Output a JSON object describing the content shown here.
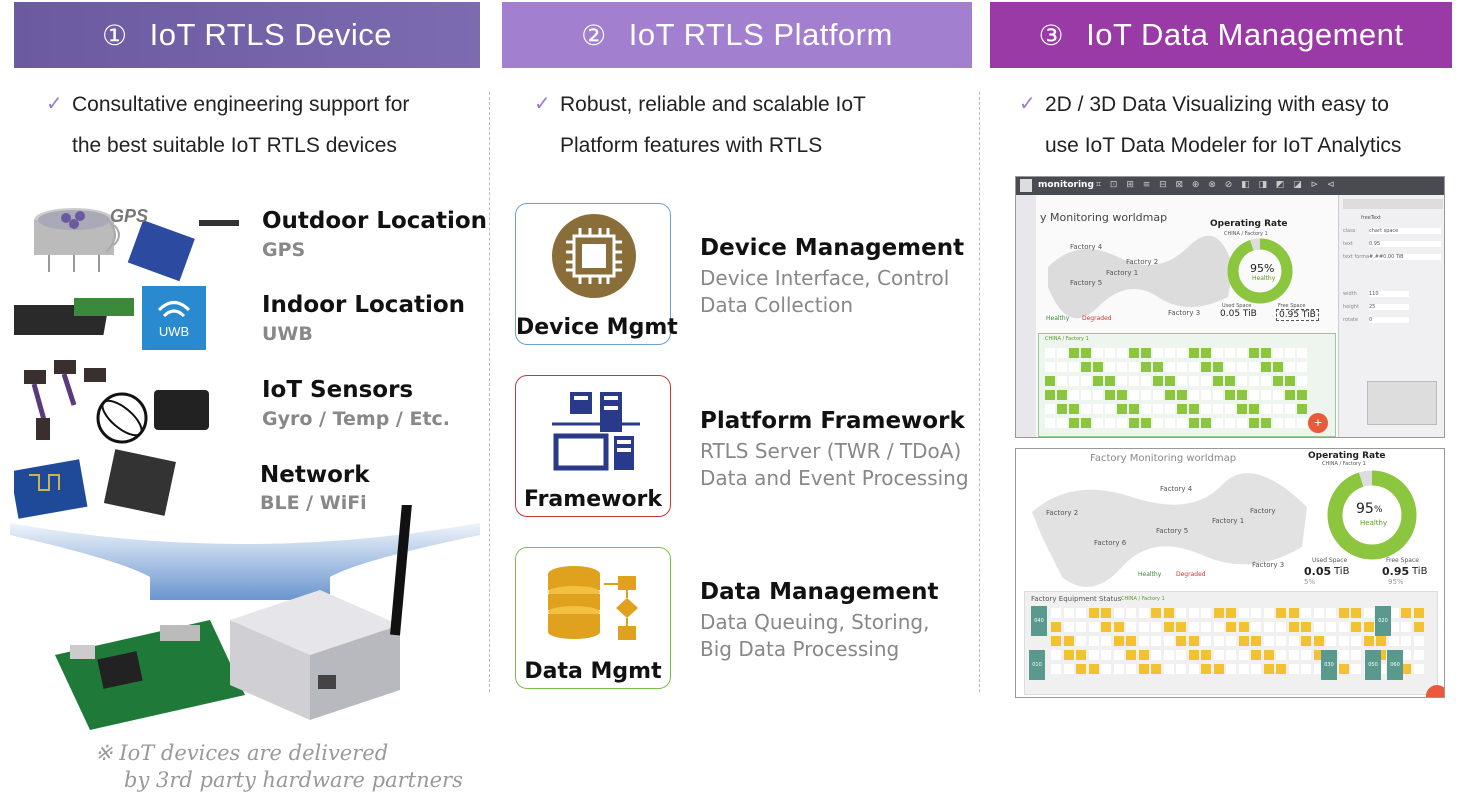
{
  "columns": [
    {
      "number": "①",
      "title": "IoT RTLS Device"
    },
    {
      "number": "②",
      "title": "IoT RTLS Platform"
    },
    {
      "number": "③",
      "title": "IoT Data Management"
    }
  ],
  "bullets": [
    {
      "lines": [
        "Consultative engineering support for",
        "the best suitable IoT RTLS devices"
      ]
    },
    {
      "lines": [
        "Robust, reliable and scalable IoT",
        "Platform features with RTLS"
      ]
    },
    {
      "lines": [
        "2D / 3D Data Visualizing with easy to",
        "use IoT Data Modeler for IoT Analytics"
      ]
    }
  ],
  "devices": [
    {
      "title": "Outdoor Location",
      "sub": "GPS",
      "image_text": "GPS"
    },
    {
      "title": "Indoor Location",
      "sub": "UWB",
      "image_text": "UWB"
    },
    {
      "title": "IoT Sensors",
      "sub": "Gyro / Temp / Etc."
    },
    {
      "title": "Network",
      "sub": "BLE / WiFi"
    }
  ],
  "device_note": [
    "※ IoT devices are delivered",
    "by 3rd party hardware partners"
  ],
  "platform": [
    {
      "box_label": "Device Mgmt",
      "title": "Device Management",
      "lines": [
        "Device Interface, Control",
        "Data Collection"
      ],
      "border": "#6aa0d8"
    },
    {
      "box_label": "Framework",
      "title": "Platform Framework",
      "lines": [
        "RTLS Server (TWR / TDoA)",
        "Data and Event Processing"
      ],
      "border": "#c23a3a"
    },
    {
      "box_label": "Data Mgmt",
      "title": "Data Management",
      "lines": [
        "Data Queuing, Storing,",
        "Big Data Processing"
      ],
      "border": "#7cc04a"
    }
  ],
  "screen1": {
    "toolbar_title": "monitoring",
    "map_title": "y Monitoring worldmap",
    "rate_title": "Operating Rate",
    "rate_sub": "CHINA / Factory 1",
    "rate_value": "95%",
    "rate_label": "Healthy",
    "used_label": "Used Space",
    "used_value": "0.05 TiB",
    "free_label": "Free Space",
    "free_value": "0.95 TiB",
    "factories": [
      "Factory 4",
      "Factory 2",
      "Factory 1",
      "Factory 5",
      "Factory 3"
    ],
    "legend": [
      "Healthy",
      "Degraded"
    ],
    "panel_rows": [
      "freeText",
      "chart space",
      "0.95",
      "#,##0.00 TiB",
      "110",
      "25",
      "0"
    ],
    "panel_labels": [
      "class",
      "text",
      "text format",
      "width",
      "height",
      "rotate"
    ],
    "add_button": "+",
    "row_label": "CHINA / Factory 1"
  },
  "screen2": {
    "map_title": "Factory Monitoring worldmap",
    "rate_title": "Operating Rate",
    "rate_sub": "CHINA / Factory 1",
    "rate_value": "95",
    "rate_unit": "%",
    "rate_label": "Healthy",
    "used_label": "Used Space",
    "used_value": "0.05",
    "used_unit": "TiB",
    "used_pct": "5%",
    "free_label": "Free Space",
    "free_value": "0.95",
    "free_unit": "TiB",
    "free_pct": "95%",
    "factories": [
      "Factory 4",
      "Factory 2",
      "Factory 1",
      "Factory",
      "Factory 5",
      "Factory 6",
      "Factory 3"
    ],
    "legend": [
      "Healthy",
      "Degraded"
    ],
    "status_title": "Factory Equipment Status",
    "status_sub": "CHINA / Factory 1",
    "blocks": [
      "040",
      "020",
      "010",
      "030",
      "050",
      "060"
    ]
  },
  "colors": {
    "header1": "#6b5aa0",
    "header2": "#a27fcf",
    "header3": "#9a3aa6",
    "check": "#9a7bd0",
    "healthy": "#8cc63f",
    "teal": "#5a9a8e",
    "yellow": "#f2c230"
  }
}
